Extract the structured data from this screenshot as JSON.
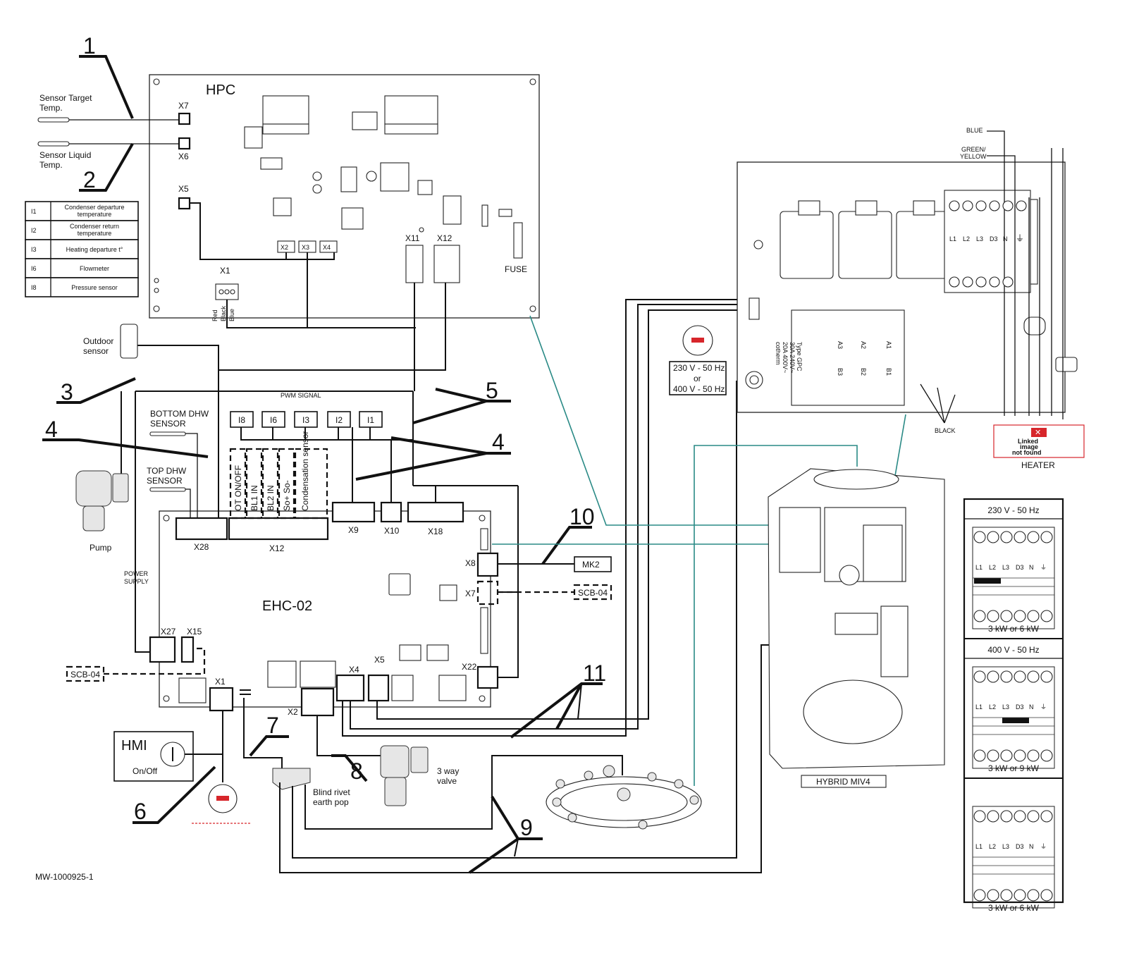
{
  "labels": {
    "hpc": "HPC",
    "ehc": "EHC-02",
    "sensor_target": [
      "Sensor Target",
      "Temp."
    ],
    "sensor_liquid": [
      "Sensor Liquid",
      "Temp."
    ],
    "outdoor_sensor": [
      "Outdoor",
      "sensor"
    ],
    "bottom_dhw": [
      "BOTTOM DHW",
      "SENSOR"
    ],
    "top_dhw": [
      "TOP DHW",
      "SENSOR"
    ],
    "pump": "Pump",
    "power_supply": [
      "POWER",
      "SUPPLY"
    ],
    "pwm_signal": "PWM SIGNAL",
    "fuse": "FUSE",
    "hmi": "HMI",
    "on_off": "On/Off",
    "blind_rivet": [
      "Blind rivet",
      "earth pop"
    ],
    "three_way_valve": [
      "3 way",
      "valve"
    ],
    "hybrid": "HYBRID MIV4",
    "heater": "HEATER",
    "mk2": "MK2",
    "scb04": "SCB-04",
    "doc_id": "MW-1000925-1",
    "voltage_panel": [
      "230 V - 50 Hz",
      "or",
      "400 V - 50 Hz"
    ],
    "blue": "BLUE",
    "green_yellow": [
      "GREEN/",
      "YELLOW"
    ],
    "black": "BLACK",
    "linked_image": [
      "Linked",
      "image",
      "not found"
    ],
    "red": "Red",
    "black_wire": "Black",
    "blue_wire": "Blue",
    "type_gpc": [
      "Type GPC",
      "30A 240V~",
      "20A 400V~",
      "cotherm"
    ]
  },
  "connectors": {
    "x7": "X7",
    "x6": "X6",
    "x5": "X5",
    "x1": "X1",
    "x2q": "X2",
    "x3q": "X3",
    "x4q": "X4",
    "x11": "X11",
    "x12": "X12",
    "x28": "X28",
    "x12b": "X12",
    "x9": "X9",
    "x10": "X10",
    "x18": "X18",
    "x8": "X8",
    "x7b": "X7",
    "x27": "X27",
    "x15": "X15",
    "x22": "X22",
    "x4b": "X4",
    "x5b": "X5",
    "x1b": "X1",
    "x2b": "X2"
  },
  "sensor_boxes": [
    "I8",
    "I6",
    "I3",
    "I2",
    "I1"
  ],
  "x12_inputs": [
    "OT ON/OFF",
    "BL1 IN",
    "BL2 IN",
    "So+ So-",
    "Condensation sensor"
  ],
  "legend_table": [
    {
      "code": "I1",
      "desc": [
        "Condenser departure",
        "temperature"
      ]
    },
    {
      "code": "I2",
      "desc": [
        "Condenser return",
        "temperature"
      ]
    },
    {
      "code": "I3",
      "desc": [
        "Heating departure t°"
      ]
    },
    {
      "code": "I6",
      "desc": [
        "Flowmeter"
      ]
    },
    {
      "code": "I8",
      "desc": [
        "Pressure sensor"
      ]
    }
  ],
  "callouts": [
    "1",
    "2",
    "3",
    "4",
    "4",
    "5",
    "6",
    "7",
    "8",
    "9",
    "10",
    "11"
  ],
  "terminal_labels": [
    "L1",
    "L2",
    "L3",
    "D3",
    "N"
  ],
  "relay_labels": {
    "a": [
      "A3",
      "A2",
      "A1"
    ],
    "b": [
      "B3",
      "B2",
      "B1"
    ]
  },
  "heater_panels": [
    {
      "title": "230 V - 50 Hz",
      "caption": "3 kW or 6 kW"
    },
    {
      "title": "400 V - 50 Hz",
      "caption": "3 kW or 9 kW"
    },
    {
      "title": "",
      "caption": "3 kW or 6 kW"
    }
  ],
  "colors": {
    "wire": "#111111",
    "teal_pointer": "#2a8a86",
    "warning_red": "#d7262b"
  }
}
